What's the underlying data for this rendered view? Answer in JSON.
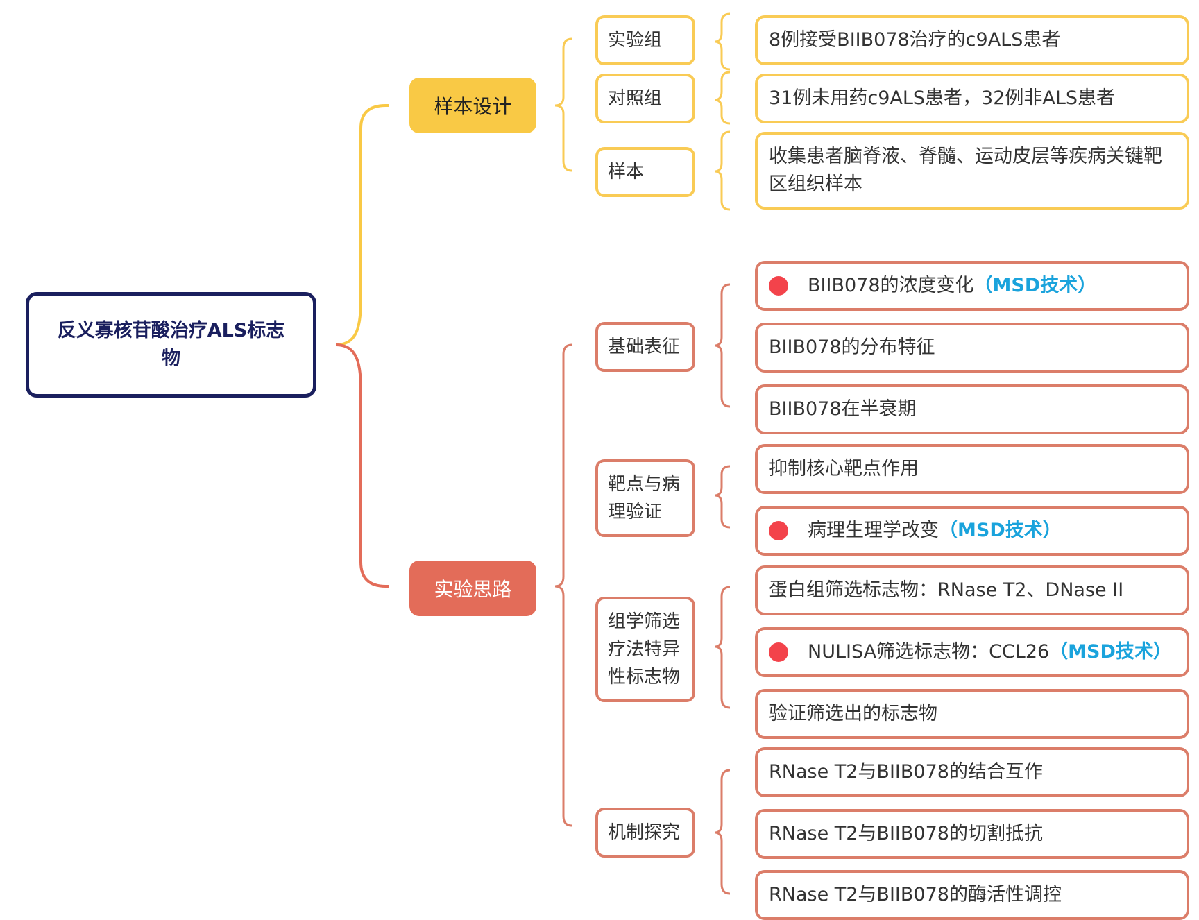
{
  "root": {
    "title": "反义寡核苷酸治疗ALS标志物"
  },
  "branches": [
    {
      "label": "样本设计",
      "groups": [
        {
          "label": "实验组",
          "items": [
            {
              "text": "8例接受BIIB078治疗的c9ALS患者"
            }
          ]
        },
        {
          "label": "对照组",
          "items": [
            {
              "text": "31例未用药c9ALS患者，32例非ALS患者"
            }
          ]
        },
        {
          "label": "样本",
          "items": [
            {
              "text": "收集患者脑脊液、脊髓、运动皮层等疾病关键靶区组织样本"
            }
          ]
        }
      ]
    },
    {
      "label": "实验思路",
      "groups": [
        {
          "label": "基础表征",
          "items": [
            {
              "text": "BIIB078的浓度变化",
              "tag": "（MSD技术）",
              "dot": true
            },
            {
              "text": "BIIB078的分布特征"
            },
            {
              "text": "BIIB078在半衰期"
            }
          ]
        },
        {
          "label": "靶点与病理验证",
          "items": [
            {
              "text": "抑制核心靶点作用"
            },
            {
              "text": "病理生理学改变",
              "tag": "（MSD技术）",
              "dot": true
            }
          ]
        },
        {
          "label": "组学筛选疗法特异性标志物",
          "items": [
            {
              "text": "蛋白组筛选标志物：RNase T2、DNase II"
            },
            {
              "text": "NULISA筛选标志物：CCL26",
              "tag": "（MSD技术）",
              "dot": true
            },
            {
              "text": "验证筛选出的标志物"
            }
          ]
        },
        {
          "label": "机制探究",
          "items": [
            {
              "text": "RNase T2与BIIB078的结合互作"
            },
            {
              "text": "RNase T2与BIIB078的切割抵抗"
            },
            {
              "text": "RNase T2与BIIB078的酶活性调控"
            }
          ]
        }
      ]
    }
  ],
  "colors": {
    "root_border": "#1a1f5e",
    "yellow": "#f9c945",
    "coral": "#e36c59",
    "marker": "#f3434b",
    "tag_text": "#1aa3dc"
  }
}
